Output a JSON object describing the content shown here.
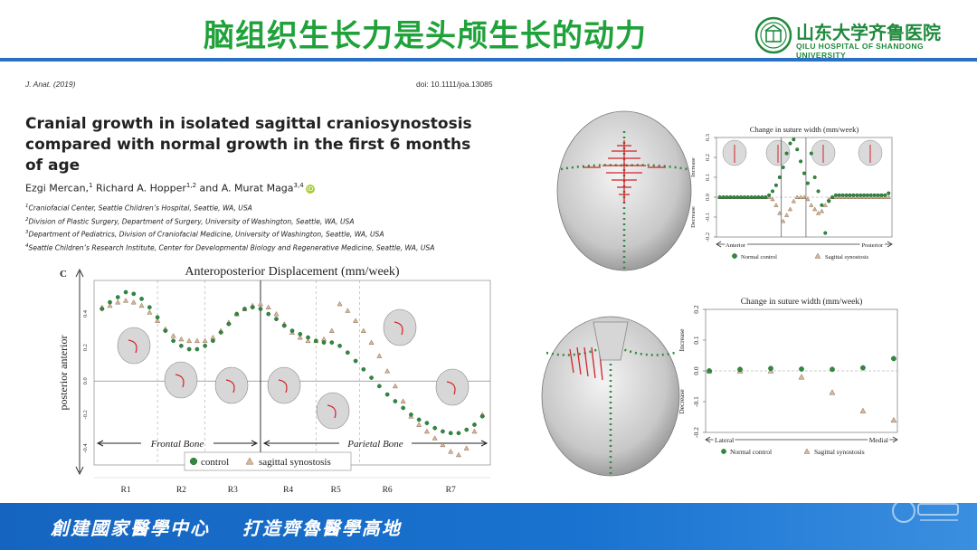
{
  "header": {
    "title": "脑组织生长力是头颅生长的动力",
    "logo_name": "山东大学齐鲁医院",
    "logo_sub": "QILU HOSPITAL OF SHANDONG UNIVERSITY"
  },
  "paper": {
    "journal": "J. Anat. (2019)",
    "doi": "doi: 10.1111/joa.13085",
    "title_lines": [
      "Cranial growth in isolated sagittal craniosynostosis",
      "compared with normal growth in the first 6 months",
      "of age"
    ],
    "authors": {
      "a1": "Ezgi Mercan,",
      "a1_sup": "1",
      "a2": " Richard A. Hopper",
      "a2_sup": "1,2",
      "a3": " and A. Murat Maga",
      "a3_sup": "3,4",
      "orcid": "iD"
    },
    "affiliations": [
      {
        "sup": "1",
        "text": "Craniofacial Center, Seattle Children’s Hospital, Seattle, WA, USA"
      },
      {
        "sup": "2",
        "text": "Division of Plastic Surgery, Department of Surgery, University of Washington, Seattle, WA, USA"
      },
      {
        "sup": "3",
        "text": "Department of Pediatrics, Division of Craniofacial Medicine, University of Washington, Seattle, WA, USA"
      },
      {
        "sup": "4",
        "text": "Seattle Children’s Research Institute, Center for Developmental Biology and Regenerative Medicine, Seattle, WA, USA"
      }
    ]
  },
  "chart_data": [
    {
      "type": "scatter",
      "panel_label": "C",
      "title": "Anteroposterior Displacement (mm/week)",
      "ylabel": "posterior    anterior",
      "ylim": [
        -0.5,
        0.6
      ],
      "yticks": [
        -0.4,
        -0.2,
        0.0,
        0.2,
        0.4
      ],
      "ytick_labels": [
        "-0.4",
        "-0.2",
        "0.0",
        "0.2",
        "0.4"
      ],
      "xlim": [
        0,
        100
      ],
      "x_regions": [
        {
          "label": "R1",
          "at": 8
        },
        {
          "label": "R2",
          "at": 22
        },
        {
          "label": "R3",
          "at": 35
        },
        {
          "label": "R4",
          "at": 49
        },
        {
          "label": "R5",
          "at": 61
        },
        {
          "label": "R6",
          "at": 74
        },
        {
          "label": "R7",
          "at": 90
        }
      ],
      "region_bounds": [
        16,
        28,
        42,
        56,
        67
      ],
      "bone_labels": [
        {
          "label": "Frontal Bone",
          "from": 0,
          "to": 42
        },
        {
          "label": "Parietal Bone",
          "from": 42,
          "to": 100
        }
      ],
      "legend": [
        {
          "label": "control",
          "marker": "circle",
          "color": "#2e8b3e"
        },
        {
          "label": "sagittal synostosis",
          "marker": "triangle",
          "color": "#d8b89a"
        }
      ],
      "series": [
        {
          "name": "control",
          "x": [
            2,
            4,
            6,
            8,
            10,
            12,
            14,
            16,
            18,
            20,
            22,
            24,
            26,
            28,
            30,
            32,
            34,
            36,
            38,
            40,
            42,
            44,
            46,
            48,
            50,
            52,
            54,
            56,
            58,
            60,
            62,
            64,
            66,
            68,
            70,
            72,
            74,
            76,
            78,
            80,
            82,
            84,
            86,
            88,
            90,
            92,
            94,
            96,
            98
          ],
          "y": [
            0.43,
            0.47,
            0.5,
            0.53,
            0.52,
            0.49,
            0.44,
            0.38,
            0.3,
            0.24,
            0.21,
            0.19,
            0.19,
            0.21,
            0.24,
            0.29,
            0.34,
            0.4,
            0.43,
            0.44,
            0.43,
            0.4,
            0.37,
            0.33,
            0.3,
            0.28,
            0.26,
            0.24,
            0.23,
            0.23,
            0.21,
            0.17,
            0.12,
            0.07,
            0.02,
            -0.03,
            -0.08,
            -0.12,
            -0.16,
            -0.2,
            -0.23,
            -0.25,
            -0.28,
            -0.3,
            -0.31,
            -0.31,
            -0.29,
            -0.26,
            -0.21
          ]
        },
        {
          "name": "sagittal synostosis",
          "x": [
            2,
            4,
            6,
            8,
            10,
            12,
            14,
            16,
            18,
            20,
            22,
            24,
            26,
            28,
            30,
            32,
            34,
            36,
            38,
            40,
            42,
            44,
            46,
            48,
            50,
            52,
            54,
            56,
            58,
            60,
            62,
            64,
            66,
            68,
            70,
            72,
            74,
            76,
            78,
            80,
            82,
            84,
            86,
            88,
            90,
            92,
            94,
            96,
            98
          ],
          "y": [
            0.44,
            0.45,
            0.47,
            0.48,
            0.47,
            0.45,
            0.41,
            0.36,
            0.31,
            0.27,
            0.25,
            0.24,
            0.24,
            0.24,
            0.26,
            0.3,
            0.35,
            0.4,
            0.43,
            0.45,
            0.46,
            0.44,
            0.4,
            0.34,
            0.29,
            0.26,
            0.24,
            0.24,
            0.25,
            0.3,
            0.46,
            0.42,
            0.36,
            0.3,
            0.23,
            0.15,
            0.06,
            -0.03,
            -0.12,
            -0.21,
            -0.26,
            -0.3,
            -0.34,
            -0.38,
            -0.42,
            -0.44,
            -0.4,
            -0.3,
            -0.2
          ]
        }
      ]
    },
    {
      "type": "scatter",
      "title": "Change in suture width (mm/week)",
      "ylim": [
        -0.2,
        0.3
      ],
      "yticks": [
        -0.2,
        -0.1,
        0.0,
        0.1,
        0.2,
        0.3
      ],
      "ytick_labels": [
        "-0.2",
        "-0.1",
        "0.0",
        "0.1",
        "0.2",
        "0.3"
      ],
      "side_labels": {
        "up": "Increase",
        "down": "Decrease"
      },
      "x_ends": {
        "left": "Anterior",
        "right": "Posterior"
      },
      "legend": [
        {
          "label": "Normal control",
          "marker": "circle",
          "color": "#2e8b3e"
        },
        {
          "label": "Sagittal synostosis",
          "marker": "triangle",
          "color": "#d8b89a"
        }
      ],
      "series": [
        {
          "name": "Normal control",
          "x": [
            2,
            4,
            6,
            8,
            10,
            12,
            14,
            16,
            18,
            20,
            22,
            24,
            26,
            28,
            30,
            32,
            34,
            36,
            38,
            40,
            42,
            44,
            46,
            48,
            50,
            52,
            54,
            56,
            58,
            60,
            62,
            64,
            66,
            68,
            70,
            72,
            74,
            76,
            78,
            80,
            82,
            84,
            86,
            88,
            90,
            92,
            94,
            96,
            98
          ],
          "y": [
            0,
            0,
            0,
            0,
            0,
            0,
            0,
            0,
            0,
            0,
            0,
            0,
            0,
            0,
            0.01,
            0.03,
            0.06,
            0.1,
            0.15,
            0.22,
            0.27,
            0.29,
            0.24,
            0.18,
            0.12,
            0.07,
            0.22,
            0.1,
            0.03,
            -0.04,
            -0.18,
            -0.02,
            0.0,
            0.01,
            0.01,
            0.01,
            0.01,
            0.01,
            0.01,
            0.01,
            0.01,
            0.01,
            0.01,
            0.01,
            0.01,
            0.01,
            0.01,
            0.01,
            0.02
          ]
        },
        {
          "name": "Sagittal synostosis",
          "x": [
            2,
            4,
            6,
            8,
            10,
            12,
            14,
            16,
            18,
            20,
            22,
            24,
            26,
            28,
            30,
            32,
            34,
            36,
            38,
            40,
            42,
            44,
            46,
            48,
            50,
            52,
            54,
            56,
            58,
            60,
            62,
            64,
            66,
            68,
            70,
            72,
            74,
            76,
            78,
            80,
            82,
            84,
            86,
            88,
            90,
            92,
            94,
            96,
            98
          ],
          "y": [
            0,
            0,
            0,
            0,
            0,
            0,
            0,
            0,
            0,
            0,
            0,
            0,
            0,
            0,
            0,
            -0.01,
            -0.04,
            -0.08,
            -0.12,
            -0.09,
            -0.06,
            -0.02,
            0,
            0,
            0,
            -0.01,
            -0.04,
            -0.06,
            -0.08,
            -0.07,
            -0.04,
            -0.01,
            0,
            0,
            0,
            0,
            0,
            0,
            0,
            0,
            0,
            0,
            0,
            0,
            0,
            0,
            0,
            0,
            0
          ]
        }
      ]
    },
    {
      "type": "scatter",
      "title": "Change in suture width (mm/week)",
      "ylim": [
        -0.2,
        0.2
      ],
      "yticks": [
        -0.2,
        -0.1,
        0.0,
        0.1,
        0.2
      ],
      "ytick_labels": [
        "-0.2",
        "-0.1",
        "0.0",
        "0.1",
        "0.2"
      ],
      "side_labels": {
        "up": "Increase",
        "down": "Decrease"
      },
      "x_ends": {
        "left": "Lateral",
        "right": "Medial"
      },
      "legend": [
        {
          "label": "Normal control",
          "marker": "circle",
          "color": "#2e8b3e"
        },
        {
          "label": "Sagittal synostosis",
          "marker": "triangle",
          "color": "#d8b89a"
        }
      ],
      "series": [
        {
          "name": "Normal control",
          "x": [
            1,
            2,
            3,
            4,
            5,
            6,
            7
          ],
          "y": [
            0.0,
            0.005,
            0.008,
            0.006,
            0.005,
            0.01,
            0.04
          ]
        },
        {
          "name": "Sagittal synostosis",
          "x": [
            1,
            2,
            3,
            4,
            5,
            6,
            7
          ],
          "y": [
            0.0,
            0.0,
            0.0,
            -0.02,
            -0.07,
            -0.13,
            -0.16
          ]
        }
      ]
    }
  ],
  "footer": {
    "slogan": "創建國家醫學中心    打造齊魯醫學高地"
  },
  "colors": {
    "brand_green": "#1fa23a",
    "accent_blue": "#1a6fd0",
    "suture_red": "#d2232a",
    "suture_green": "#2e8b3e"
  }
}
